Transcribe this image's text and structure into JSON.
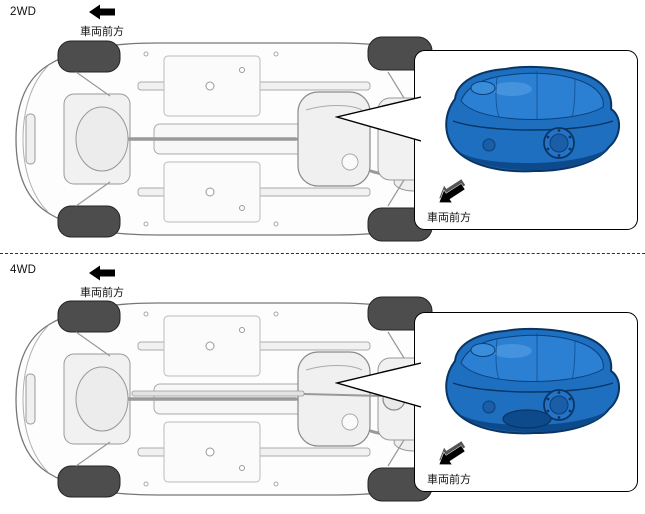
{
  "sections": [
    {
      "drive_label": "2WD",
      "front_label": "車両前方",
      "callout_front_label": "車両前方"
    },
    {
      "drive_label": "4WD",
      "front_label": "車両前方",
      "callout_front_label": "車両前方"
    }
  ],
  "colors": {
    "background": "#ffffff",
    "tank_blue": "#1e6fc0",
    "tank_top_light": "#2b80d4",
    "tank_outline_dark": "#093564",
    "tank_shadow": "#0d4a8c",
    "lineart_gray": "#8a8a8a",
    "tire_gray": "#4d4d4d",
    "arrow_black": "#000000",
    "divider_dashed": "#223344",
    "callout_border": "#000000"
  },
  "icons": {
    "front_arrow": "left-block-arrow",
    "callout_arrow": "down-left-3d-block-arrow"
  }
}
